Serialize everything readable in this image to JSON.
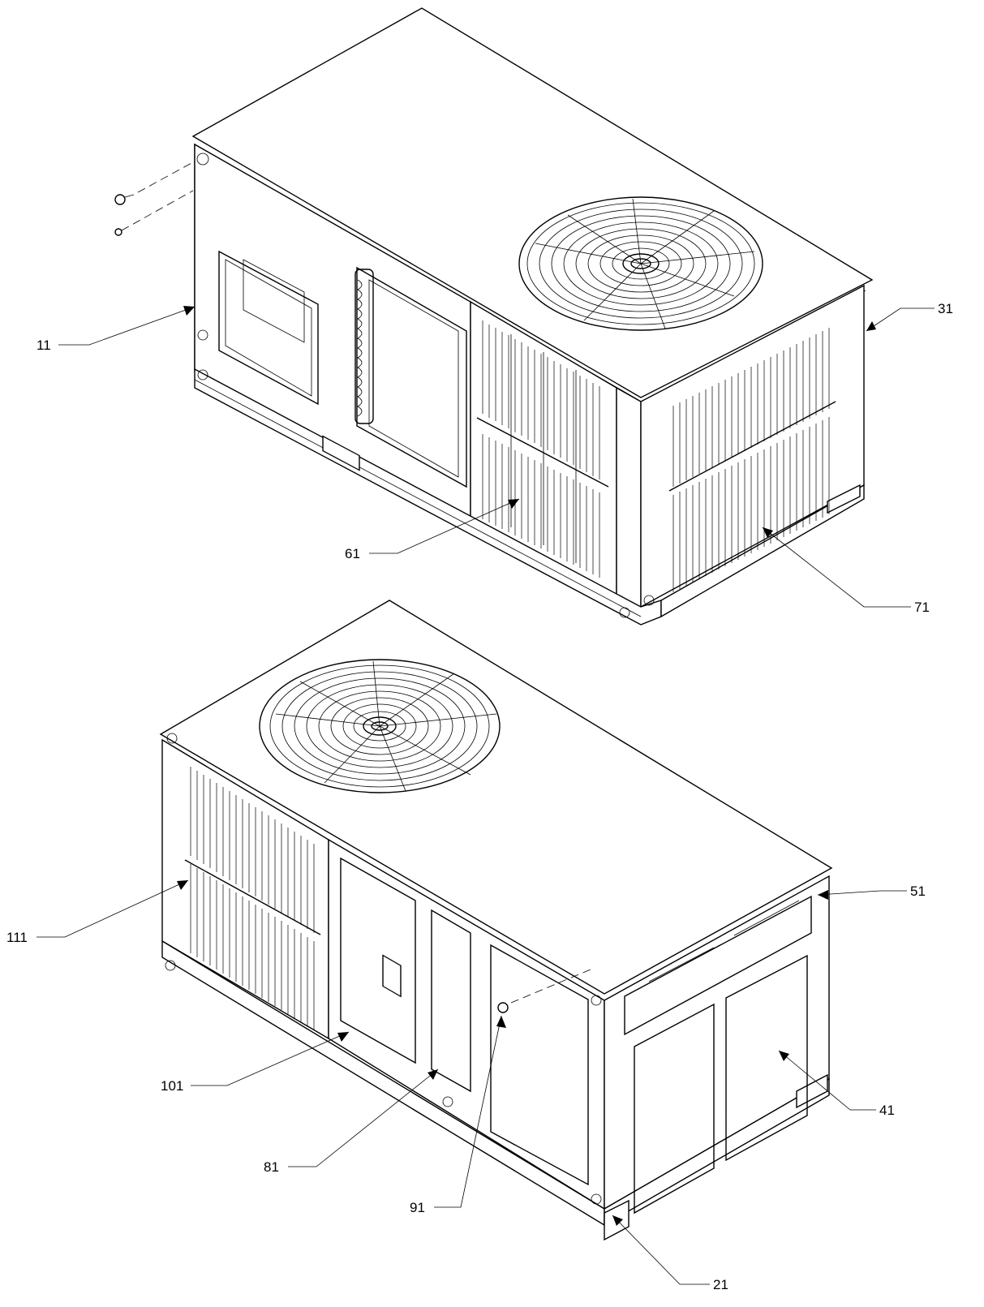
{
  "callouts": [
    {
      "id": "11",
      "label": "11"
    },
    {
      "id": "31",
      "label": "31"
    },
    {
      "id": "61",
      "label": "61"
    },
    {
      "id": "71",
      "label": "71"
    },
    {
      "id": "111",
      "label": "111"
    },
    {
      "id": "51",
      "label": "51"
    },
    {
      "id": "101",
      "label": "101"
    },
    {
      "id": "81",
      "label": "81"
    },
    {
      "id": "41",
      "label": "41"
    },
    {
      "id": "91",
      "label": "91"
    },
    {
      "id": "21",
      "label": "21"
    }
  ],
  "colors": {
    "line": "#000000",
    "background": "#ffffff"
  }
}
